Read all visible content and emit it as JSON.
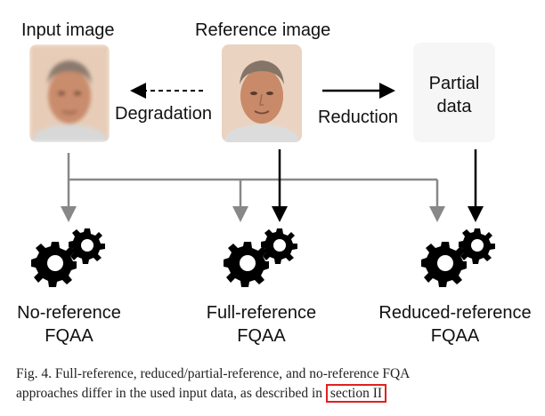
{
  "labels": {
    "input_image": "Input image",
    "reference_image": "Reference image",
    "degradation": "Degradation",
    "reduction": "Reduction",
    "partial_data_line1": "Partial",
    "partial_data_line2": "data",
    "no_reference_line1": "No-reference",
    "no_reference_line2": "FQAA",
    "full_reference_line1": "Full-reference",
    "full_reference_line2": "FQAA",
    "reduced_reference_line1": "Reduced-reference",
    "reduced_reference_line2": "FQAA"
  },
  "caption": {
    "line1": "Fig. 4.   Full-reference, reduced/partial-reference, and no-reference FQA",
    "line2_prefix": "approaches differ in the used input data, as described in ",
    "link_text": "section II"
  },
  "colors": {
    "gray_arrow": "#888888",
    "black_arrow": "#000000",
    "link_highlight": "#e02020"
  },
  "icons": [
    "gear-icon",
    "face-photo"
  ]
}
